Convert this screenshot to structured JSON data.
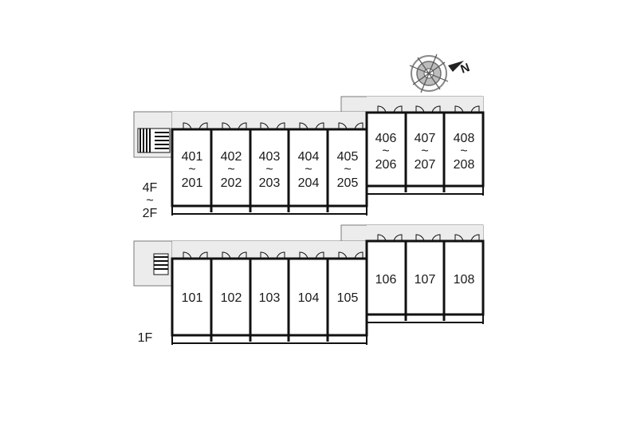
{
  "floor_plan": {
    "compass": {
      "letter": "N",
      "icon": "compass-rose-icon"
    },
    "upper_block": {
      "floor_label": {
        "top": "4F",
        "sep": "~",
        "bottom": "2F"
      },
      "units": [
        {
          "top": "401",
          "sep": "~",
          "bottom": "201"
        },
        {
          "top": "402",
          "sep": "~",
          "bottom": "202"
        },
        {
          "top": "403",
          "sep": "~",
          "bottom": "203"
        },
        {
          "top": "404",
          "sep": "~",
          "bottom": "204"
        },
        {
          "top": "405",
          "sep": "~",
          "bottom": "205"
        },
        {
          "top": "406",
          "sep": "~",
          "bottom": "206"
        },
        {
          "top": "407",
          "sep": "~",
          "bottom": "207"
        },
        {
          "top": "408",
          "sep": "~",
          "bottom": "208"
        }
      ]
    },
    "lower_block": {
      "floor_label": "1F",
      "units": [
        "101",
        "102",
        "103",
        "104",
        "105",
        "106",
        "107",
        "108"
      ]
    },
    "colors": {
      "corridor": "#ececec",
      "wall": "#111111",
      "background": "#ffffff"
    }
  }
}
